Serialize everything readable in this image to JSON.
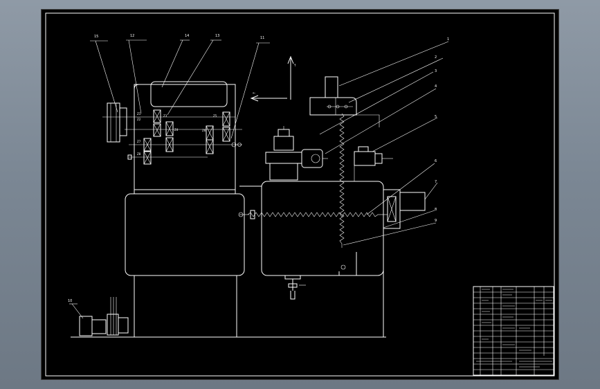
{
  "window": {
    "title": ""
  },
  "drawing": {
    "view": "front-section",
    "stroke_color": "#ffffff",
    "background_color": "#000000",
    "frame_color": "#7d8894",
    "leader_labels": [
      "1",
      "2",
      "3",
      "4",
      "5",
      "6",
      "7",
      "8",
      "9",
      "10",
      "11",
      "12",
      "13",
      "14",
      "15"
    ],
    "gear_marks": [
      "Z1",
      "Z2",
      "Z3",
      "Z4",
      "Z5",
      "Z6",
      "Z7",
      "Z8"
    ],
    "direction_arrows": [
      "vertical-feed",
      "cross-feed"
    ]
  },
  "title_block": {
    "visible": true,
    "rows": 18,
    "legible_text": ""
  }
}
